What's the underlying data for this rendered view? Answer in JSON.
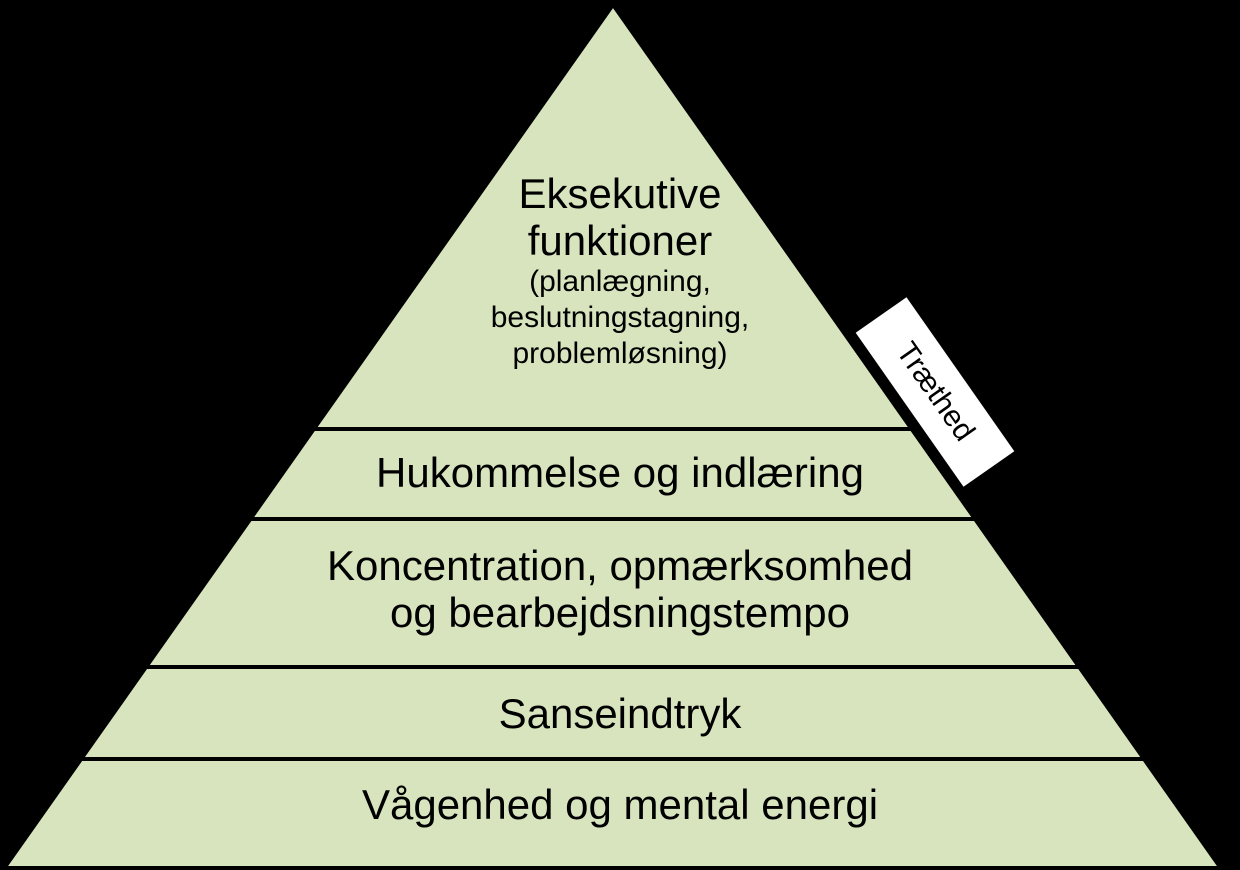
{
  "colors": {
    "background": "#000000",
    "layer_fill": "#d7e4bd",
    "divider": "#000000",
    "tag_fill": "#ffffff"
  },
  "pyramid": {
    "layers": [
      {
        "title_lines": [
          "Eksekutive",
          "funktioner"
        ],
        "detail_lines": [
          "(planlægning,",
          "beslutningstagning,",
          "problemløsning)"
        ]
      },
      {
        "title_lines": [
          "Hukommelse og indlæring"
        ]
      },
      {
        "title_lines": [
          "Koncentration, opmærksomhed",
          "og bearbejdsningstempo"
        ]
      },
      {
        "title_lines": [
          "Sanseindtryk"
        ]
      },
      {
        "title_lines": [
          "Vågenhed og mental energi"
        ]
      }
    ]
  },
  "side_tag": {
    "label": "Træthed",
    "rotation_deg": 55
  }
}
